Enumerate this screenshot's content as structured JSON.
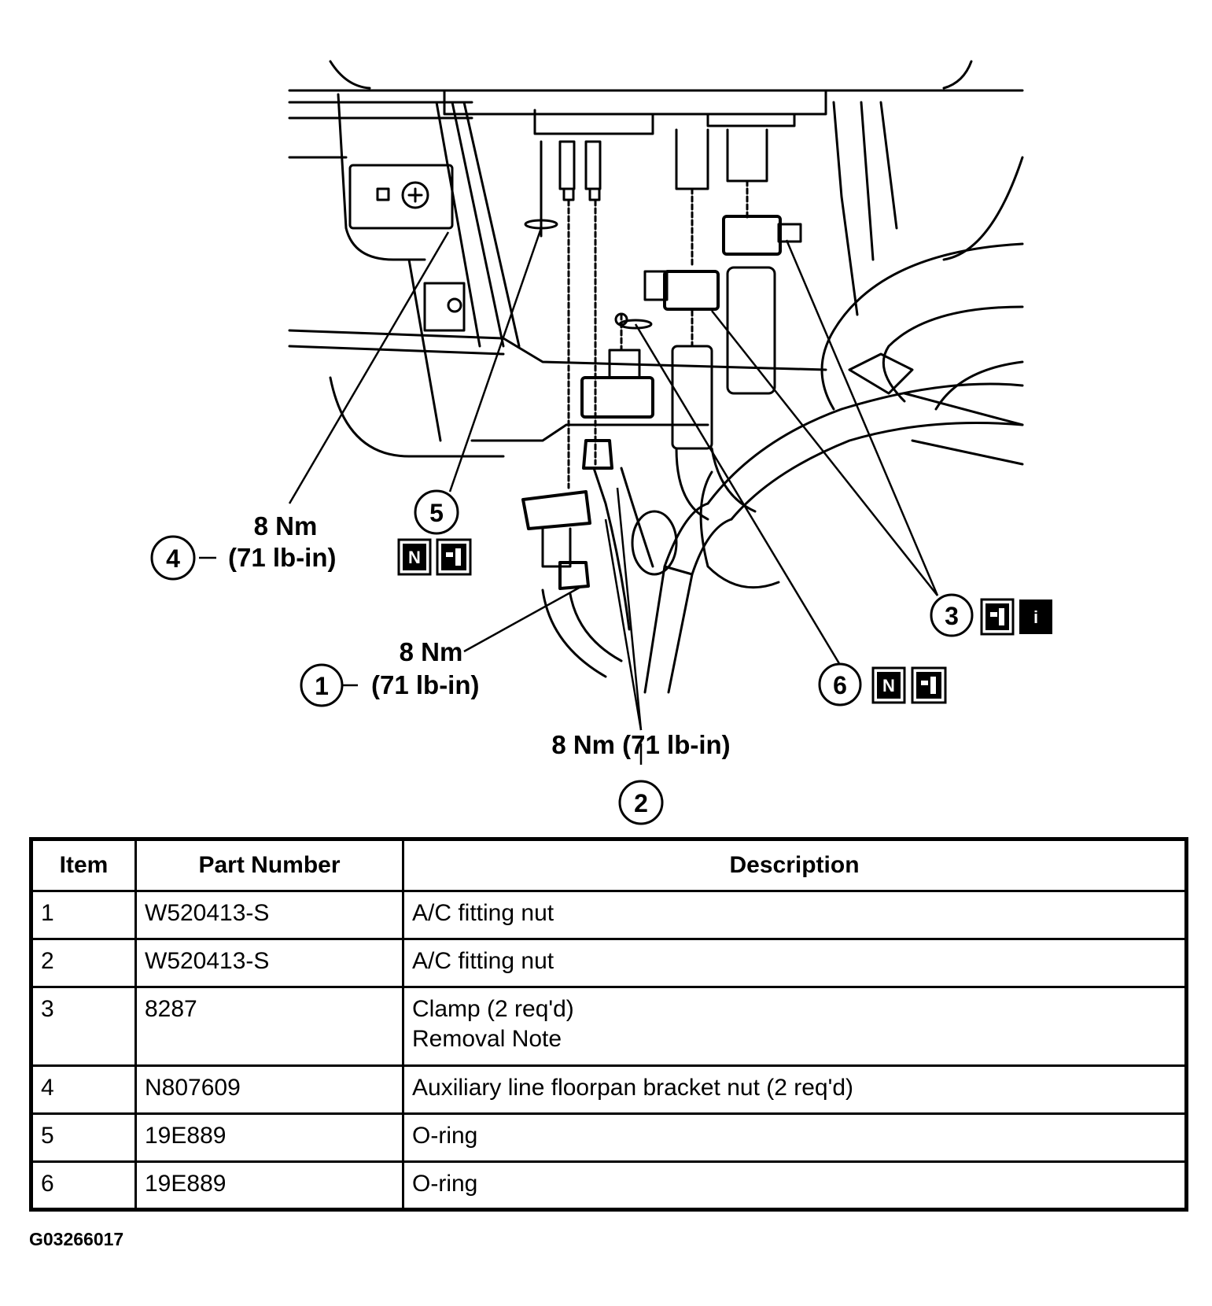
{
  "diagram": {
    "callouts": [
      {
        "item": "1",
        "torque_nm": "8 Nm",
        "torque_lbin": "(71 lb-in)"
      },
      {
        "item": "2",
        "torque": "8 Nm (71 lb-in)"
      },
      {
        "item": "3",
        "icons": [
          "reuse-icon",
          "info-icon"
        ]
      },
      {
        "item": "4",
        "torque_nm": "8 Nm",
        "torque_lbin": "(71 lb-in)"
      },
      {
        "item": "5",
        "icons": [
          "new-part-icon",
          "reuse-icon"
        ]
      },
      {
        "item": "6",
        "icons": [
          "new-part-icon",
          "reuse-icon"
        ]
      }
    ],
    "icon_glyphs": {
      "new": "N",
      "info": "i"
    }
  },
  "table": {
    "headers": [
      "Item",
      "Part Number",
      "Description"
    ],
    "rows": [
      {
        "item": "1",
        "part": "W520413-S",
        "desc": [
          "A/C fitting nut"
        ]
      },
      {
        "item": "2",
        "part": "W520413-S",
        "desc": [
          "A/C fitting nut"
        ]
      },
      {
        "item": "3",
        "part": "8287",
        "desc": [
          "Clamp (2 req'd)",
          "Removal Note"
        ]
      },
      {
        "item": "4",
        "part": "N807609",
        "desc": [
          "Auxiliary line floorpan bracket nut (2 req'd)"
        ]
      },
      {
        "item": "5",
        "part": "19E889",
        "desc": [
          "O-ring"
        ]
      },
      {
        "item": "6",
        "part": "19E889",
        "desc": [
          "O-ring"
        ]
      }
    ]
  },
  "figure_id": "G03266017"
}
